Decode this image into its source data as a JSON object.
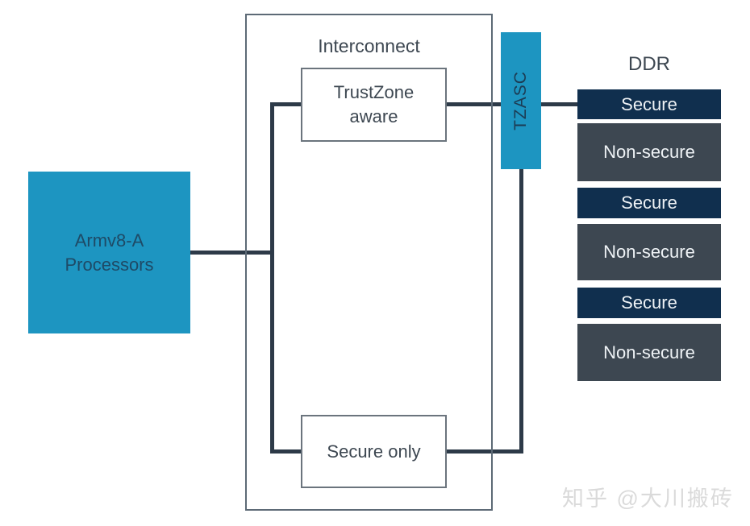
{
  "colors": {
    "teal": "#1d95c1",
    "secure_navy": "#102f4e",
    "nonsecure_gray": "#3d4751",
    "connector_dark": "#2d3a48",
    "outline_gray": "#5d6a76",
    "text_dark": "#3d4751",
    "text_on_teal": "#1e4a66",
    "text_light": "#eef2f5",
    "watermark_gray": "#dadada"
  },
  "processor": {
    "line1": "Armv8-A",
    "line2": "Processors"
  },
  "interconnect": {
    "title": "Interconnect",
    "trustzone_box": {
      "line1": "TrustZone",
      "line2": "aware"
    },
    "secure_only_box": {
      "label": "Secure only"
    }
  },
  "tzasc": {
    "label": "TZASC"
  },
  "ddr": {
    "title": "DDR",
    "regions": [
      {
        "label": "Secure",
        "type": "secure"
      },
      {
        "label": "Non-secure",
        "type": "non-secure"
      },
      {
        "label": "Secure",
        "type": "secure"
      },
      {
        "label": "Non-secure",
        "type": "non-secure"
      },
      {
        "label": "Secure",
        "type": "secure"
      },
      {
        "label": "Non-secure",
        "type": "non-secure"
      }
    ]
  },
  "watermark": {
    "text": "知乎 @大川搬砖"
  }
}
